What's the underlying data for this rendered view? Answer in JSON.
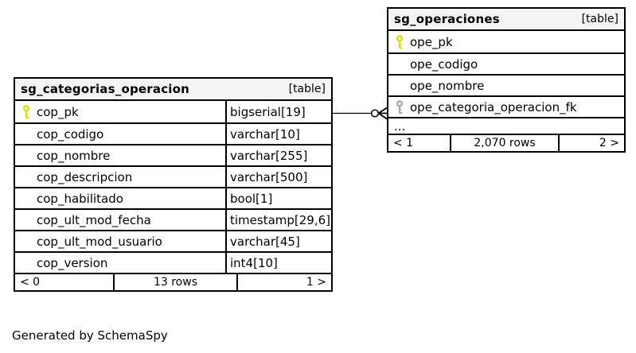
{
  "page": {
    "footer_note": "Generated by SchemaSpy",
    "background": "#ffffff"
  },
  "colors": {
    "primary_key_icon": "#dede00",
    "foreign_key_icon": "#aaaaaa",
    "header_bg": "#f4f4f4",
    "border": "#000000",
    "relationship_line": "#000000"
  },
  "tables": {
    "left": {
      "name": "sg_categorias_operacion",
      "tag": "[table]",
      "columns": [
        {
          "name": "cop_pk",
          "type": "bigserial[19]",
          "key": "primary"
        },
        {
          "name": "cop_codigo",
          "type": "varchar[10]",
          "key": "none"
        },
        {
          "name": "cop_nombre",
          "type": "varchar[255]",
          "key": "none"
        },
        {
          "name": "cop_descripcion",
          "type": "varchar[500]",
          "key": "none"
        },
        {
          "name": "cop_habilitado",
          "type": "bool[1]",
          "key": "none"
        },
        {
          "name": "cop_ult_mod_fecha",
          "type": "timestamp[29,6]",
          "key": "none"
        },
        {
          "name": "cop_ult_mod_usuario",
          "type": "varchar[45]",
          "key": "none"
        },
        {
          "name": "cop_version",
          "type": "int4[10]",
          "key": "none"
        }
      ],
      "footer": {
        "parents": "< 0",
        "rows": "13 rows",
        "children": "1 >"
      }
    },
    "right": {
      "name": "sg_operaciones",
      "tag": "[table]",
      "columns": [
        {
          "name": "ope_pk",
          "key": "primary"
        },
        {
          "name": "ope_codigo",
          "key": "none"
        },
        {
          "name": "ope_nombre",
          "key": "none"
        },
        {
          "name": "ope_categoria_operacion_fk",
          "key": "foreign"
        }
      ],
      "more_row": "...",
      "footer": {
        "parents": "< 1",
        "rows": "2,070 rows",
        "children": "2 >"
      }
    }
  },
  "relationship": {
    "from": "sg_categorias_operacion.cop_pk",
    "to": "sg_operaciones.ope_categoria_operacion_fk",
    "cardinality": "one-to-many"
  }
}
